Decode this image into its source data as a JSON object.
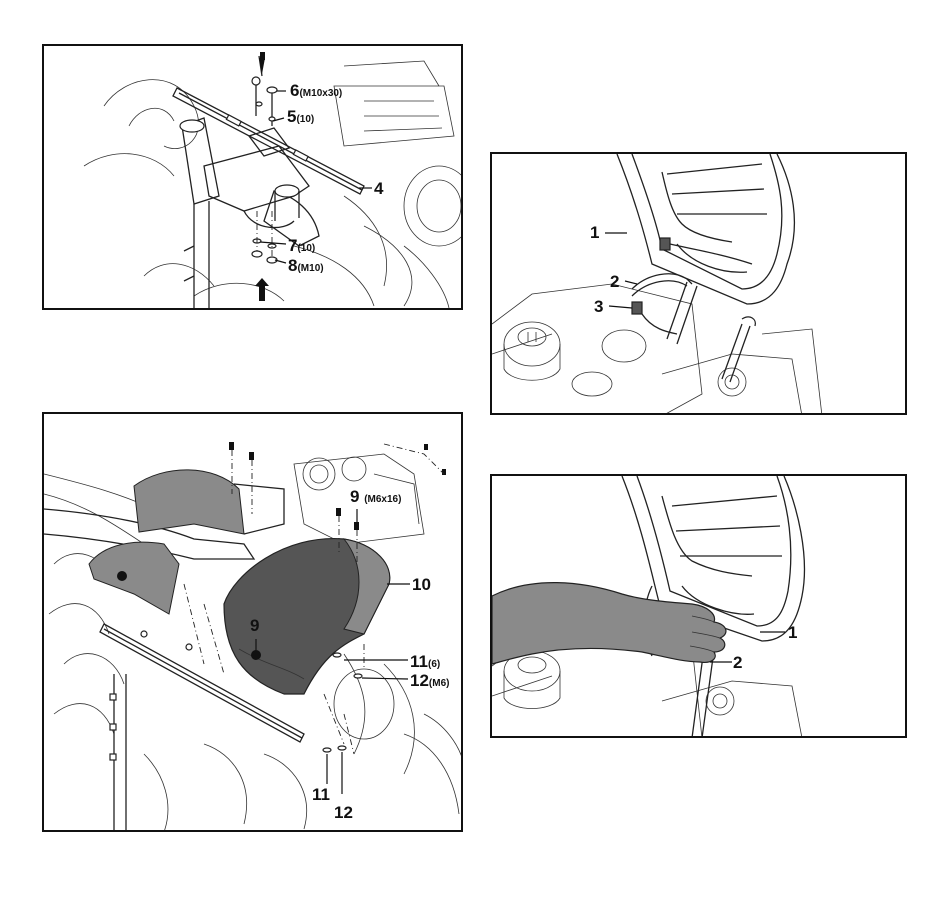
{
  "panel1": {
    "labels": [
      {
        "id": "6",
        "num": "6",
        "sub": "(M10x30)"
      },
      {
        "id": "5",
        "num": "5",
        "sub": "(10)"
      },
      {
        "id": "4",
        "num": "4",
        "sub": ""
      },
      {
        "id": "7",
        "num": "7",
        "sub": "(10)"
      },
      {
        "id": "8",
        "num": "8",
        "sub": "(M10)"
      }
    ]
  },
  "panel2": {
    "labels": [
      {
        "id": "9a",
        "num": "9",
        "sub": "(M6x16)"
      },
      {
        "id": "10",
        "num": "10",
        "sub": ""
      },
      {
        "id": "9b",
        "num": "9",
        "sub": ""
      },
      {
        "id": "11a",
        "num": "11",
        "sub": "(6)"
      },
      {
        "id": "12a",
        "num": "12",
        "sub": "(M6)"
      },
      {
        "id": "11b",
        "num": "11",
        "sub": ""
      },
      {
        "id": "12b",
        "num": "12",
        "sub": ""
      }
    ]
  },
  "panel3": {
    "labels": [
      {
        "id": "1",
        "num": "1"
      },
      {
        "id": "2",
        "num": "2"
      },
      {
        "id": "3",
        "num": "3"
      }
    ]
  },
  "panel4": {
    "labels": [
      {
        "id": "1",
        "num": "1"
      },
      {
        "id": "2",
        "num": "2"
      }
    ]
  }
}
